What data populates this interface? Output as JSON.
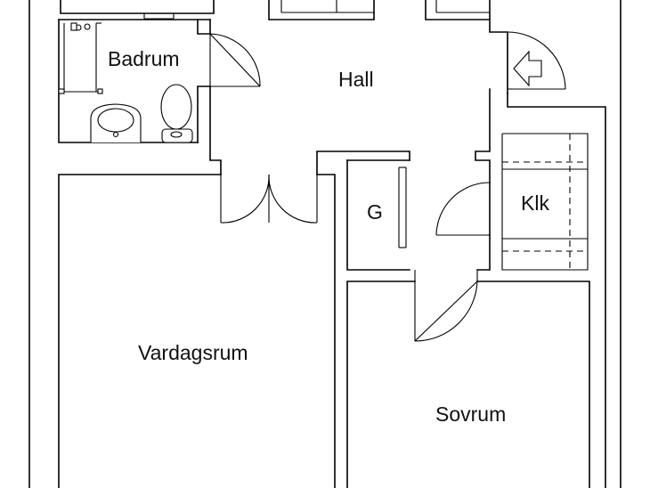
{
  "rooms": {
    "badrum": "Badrum",
    "hall": "Hall",
    "g": "G",
    "klk": "Klk",
    "vardagsrum": "Vardagsrum",
    "sovrum": "Sovrum"
  },
  "icons": {
    "entrance": "entrance-arrow-icon"
  }
}
